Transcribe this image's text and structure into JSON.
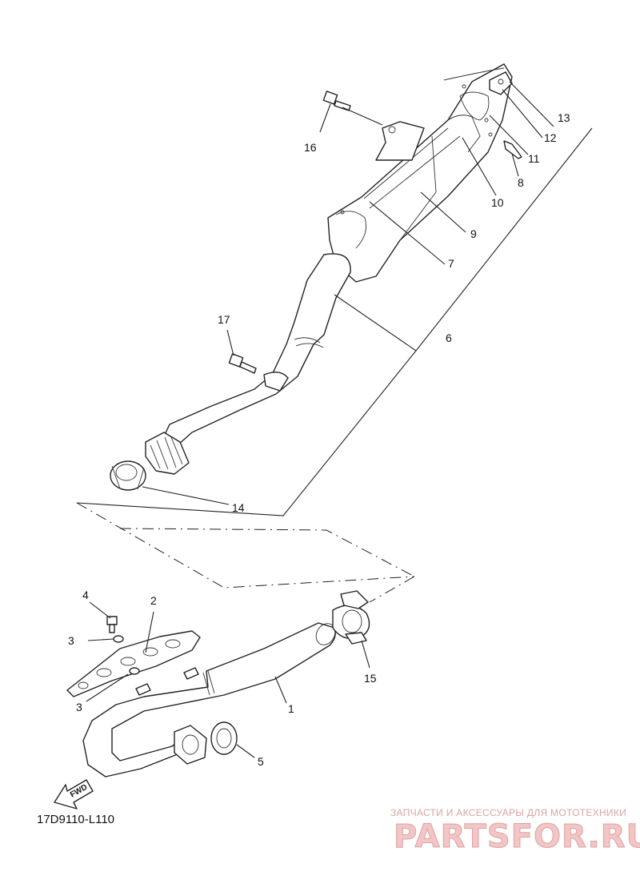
{
  "callouts": [
    {
      "id": "c1",
      "text": "1"
    },
    {
      "id": "c2",
      "text": "2"
    },
    {
      "id": "c3a",
      "text": "3"
    },
    {
      "id": "c3b",
      "text": "3"
    },
    {
      "id": "c4",
      "text": "4"
    },
    {
      "id": "c5",
      "text": "5"
    },
    {
      "id": "c6",
      "text": "6"
    },
    {
      "id": "c7",
      "text": "7"
    },
    {
      "id": "c8",
      "text": "8"
    },
    {
      "id": "c9",
      "text": "9"
    },
    {
      "id": "c10",
      "text": "10"
    },
    {
      "id": "c11",
      "text": "11"
    },
    {
      "id": "c12",
      "text": "12"
    },
    {
      "id": "c13",
      "text": "13"
    },
    {
      "id": "c14",
      "text": "14"
    },
    {
      "id": "c15",
      "text": "15"
    },
    {
      "id": "c16",
      "text": "16"
    },
    {
      "id": "c17",
      "text": "17"
    }
  ],
  "fwd_label": "FWD",
  "diagram_code": "17D9110-L110",
  "watermark": {
    "tagline": "ЗАПЧАСТИ И АКСЕССУАРЫ ДЛЯ МОТОТЕХНИКИ",
    "logo": "PARTSFOR.RU"
  }
}
